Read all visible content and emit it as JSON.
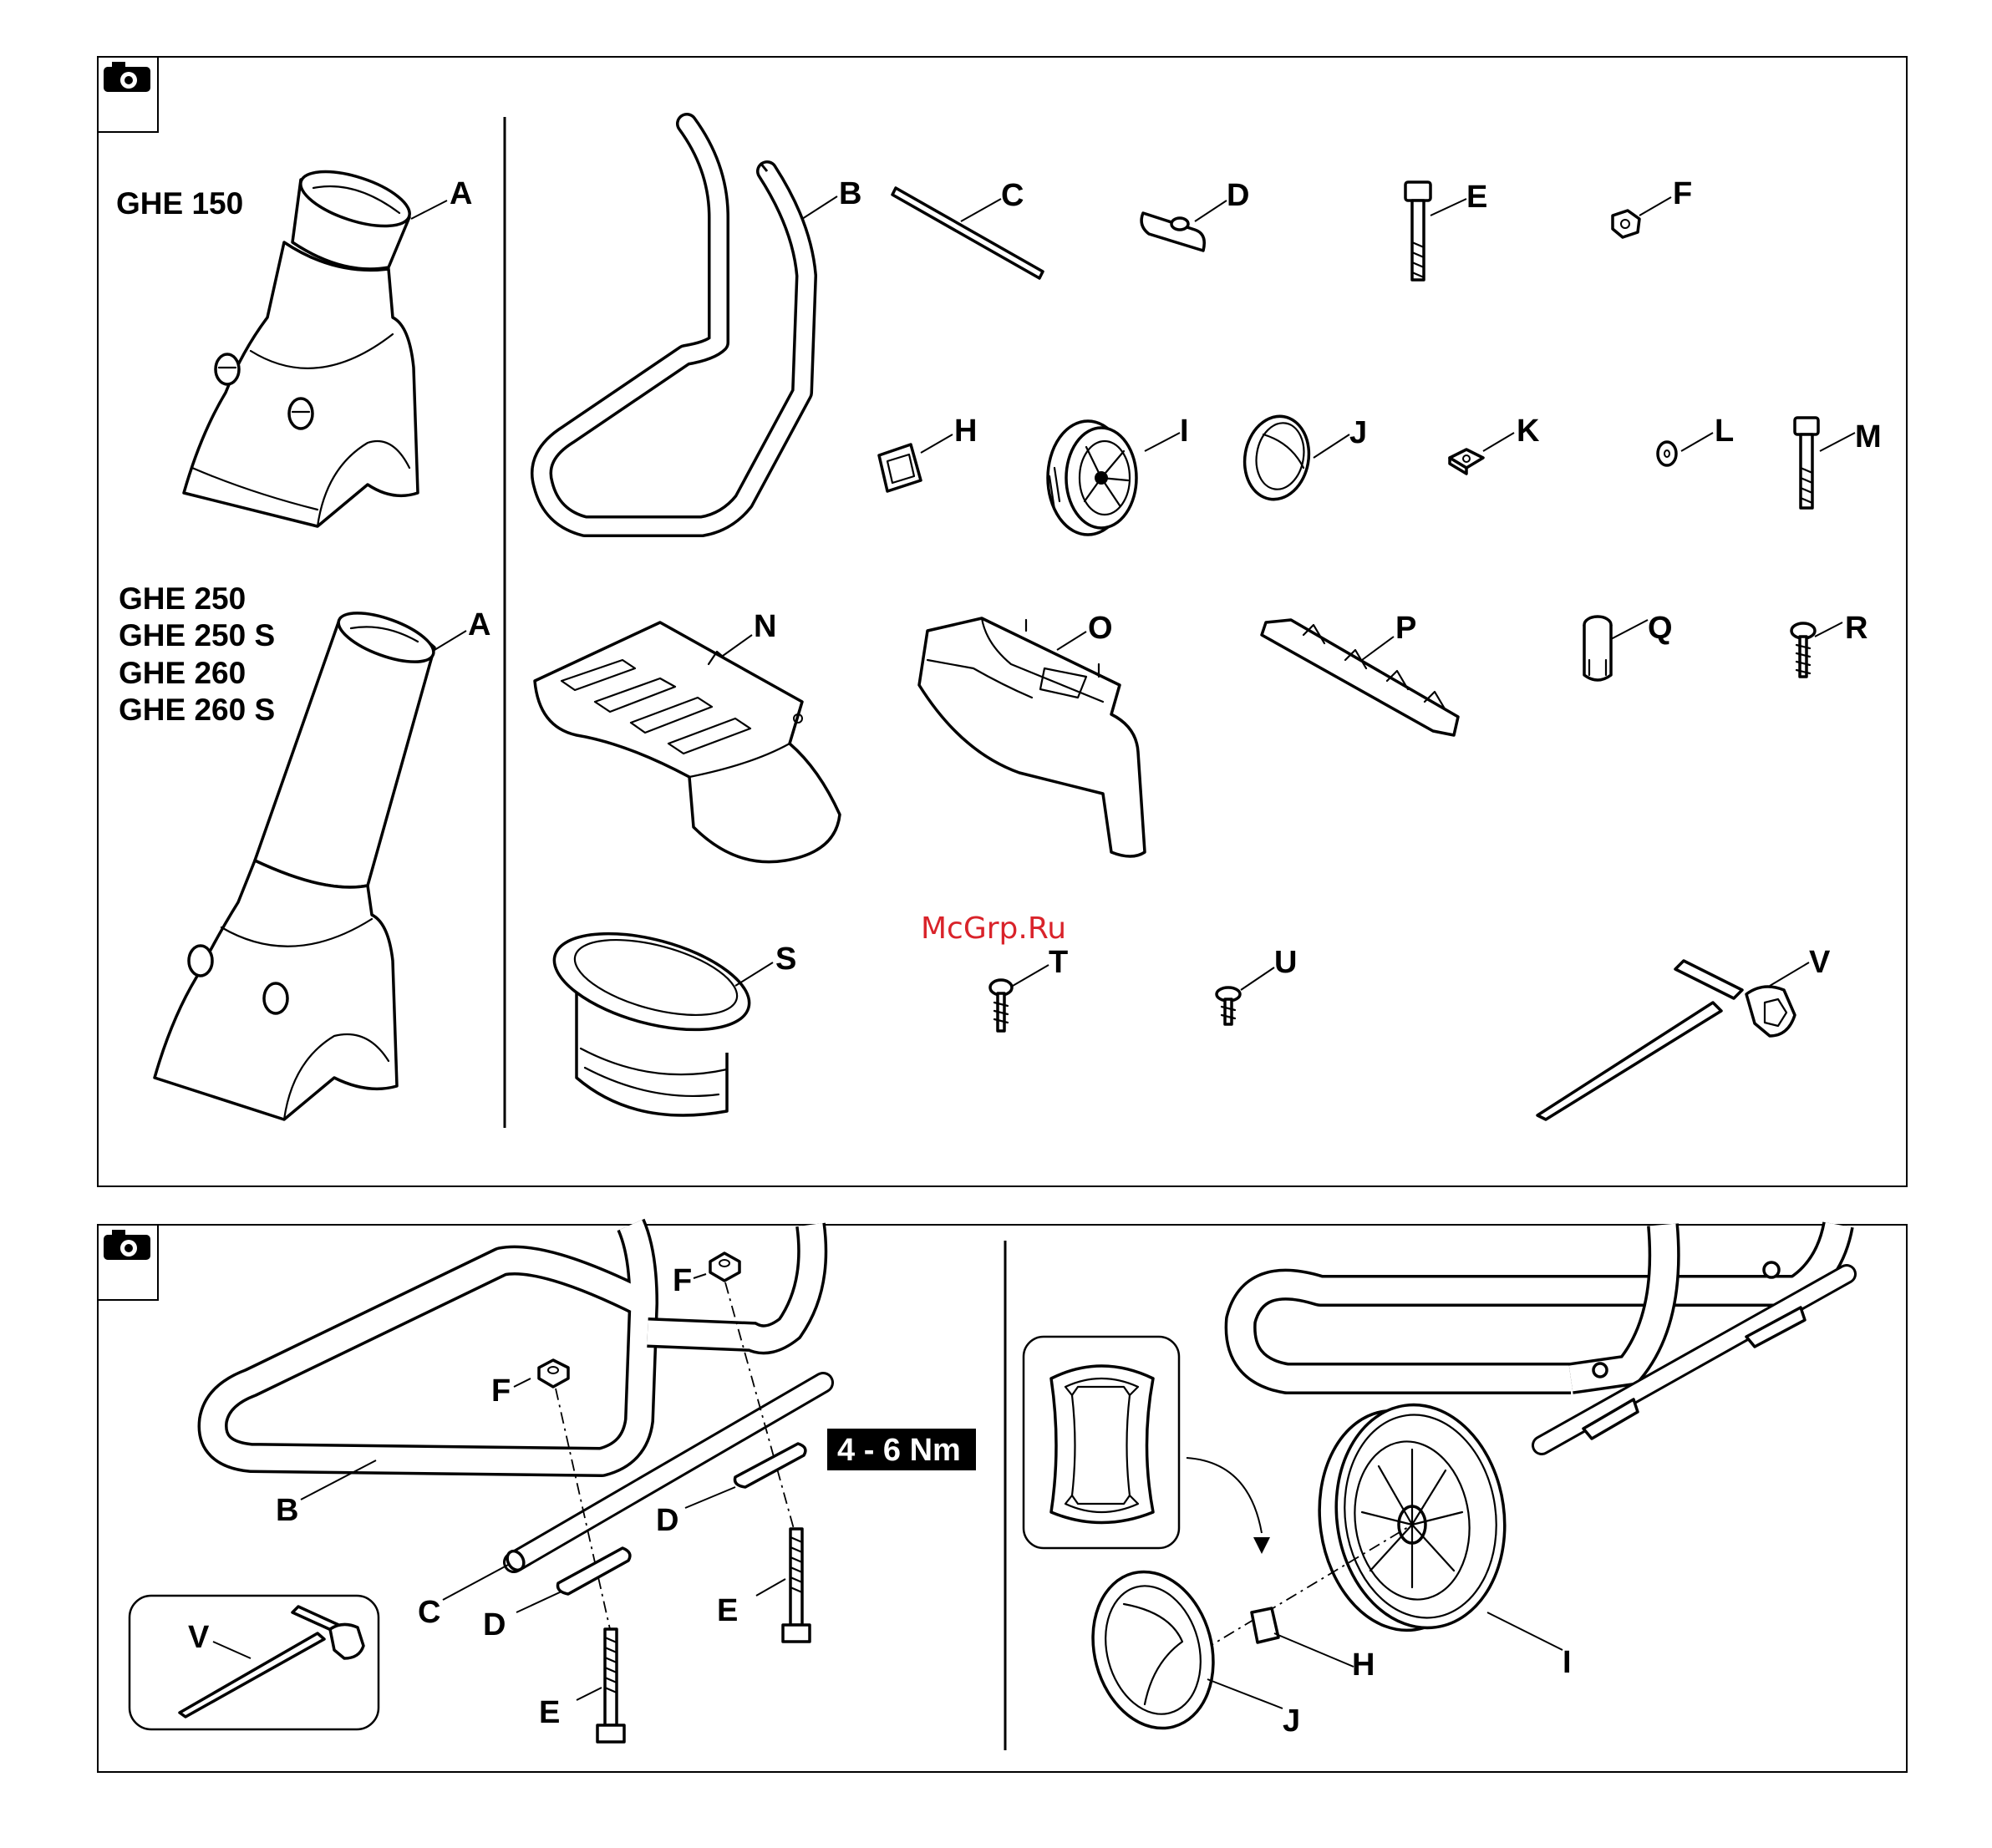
{
  "panel1": {
    "models_top": [
      "GHE 150"
    ],
    "models_bottom": [
      "GHE 250",
      "GHE 250 S",
      "GHE 260",
      "GHE 260 S"
    ],
    "part_labels": {
      "A1": "A",
      "A2": "A",
      "B": "B",
      "C": "C",
      "D": "D",
      "E": "E",
      "F": "F",
      "H": "H",
      "I": "I",
      "J": "J",
      "K": "K",
      "L": "L",
      "M": "M",
      "N": "N",
      "O": "O",
      "P": "P",
      "Q": "Q",
      "R": "R",
      "S": "S",
      "T": "T",
      "U": "U",
      "V": "V"
    }
  },
  "panel2": {
    "torque": "4 - 6 Nm",
    "left_labels": {
      "F1": "F",
      "F2": "F",
      "B": "B",
      "D1": "D",
      "D2": "D",
      "C": "C",
      "E1": "E",
      "E2": "E",
      "V": "V"
    },
    "right_labels": {
      "H": "H",
      "I": "I",
      "J": "J"
    }
  },
  "watermark": "McGrp.Ru",
  "icons": [
    "camera-icon",
    "camera-icon"
  ]
}
